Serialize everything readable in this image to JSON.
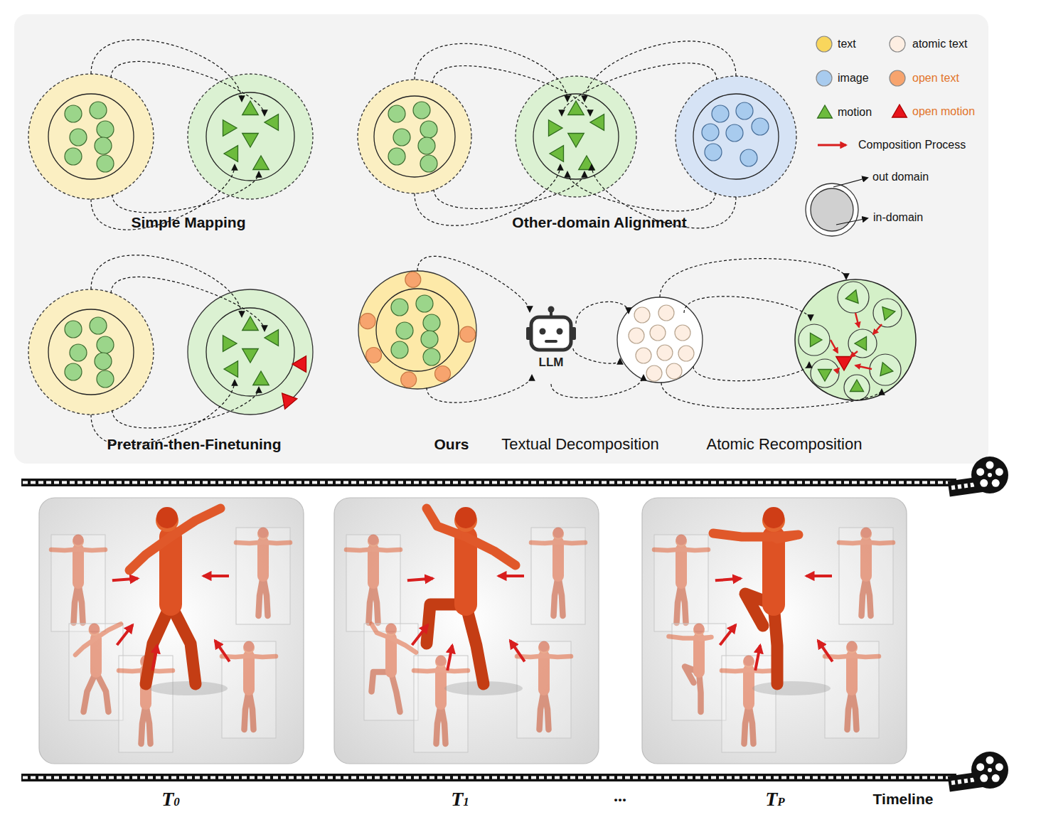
{
  "diagram": {
    "nodes": [
      {
        "text": [
          "LLM"
        ]
      }
    ],
    "labels": [
      "Simple Mapping",
      "Other-domain Alignment",
      "Pretrain-then-Finetuning",
      "Ours",
      "Textual Decomposition",
      "Atomic Recomposition",
      "T0",
      "T1",
      "...",
      "TP",
      "Timeline"
    ],
    "legend": [
      {
        "text": "text",
        "color": "#f9d65c"
      },
      {
        "text": "atomic text",
        "color": "#fdeee2"
      },
      {
        "text": "image",
        "color": "#a8cbee"
      },
      {
        "text": "open text",
        "color": "#f7a46e"
      },
      {
        "text": "motion"
      },
      {
        "text": "open motion"
      },
      {
        "text": "Composition Process"
      },
      {
        "text": "out domain"
      },
      {
        "text": "in-domain"
      }
    ]
  }
}
